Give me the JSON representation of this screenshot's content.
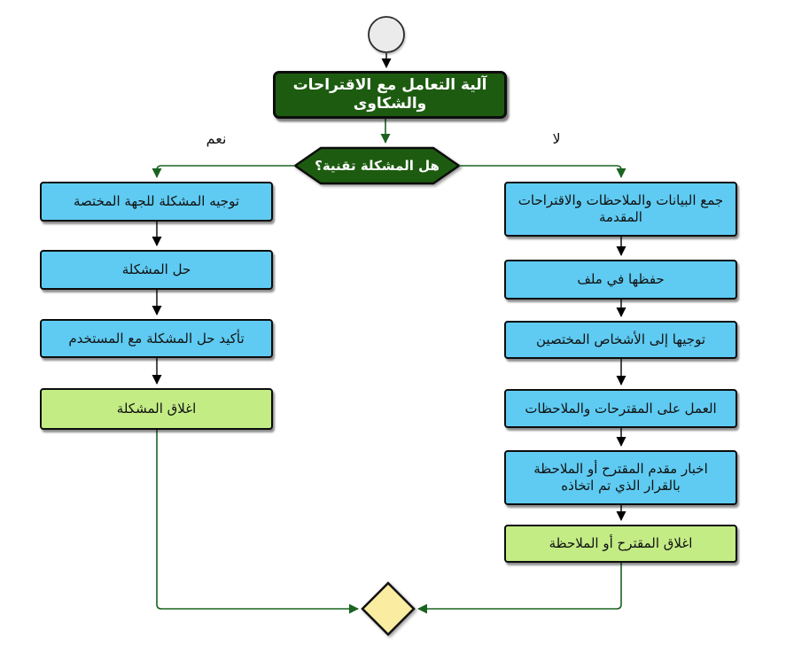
{
  "flowchart": {
    "title": "آلية التعامل مع الاقتراحات والشكاوى",
    "decision": {
      "label": "هل المشكلة تقنية؟",
      "yes_label": "نعم",
      "no_label": "لا"
    },
    "yes_branch": {
      "steps": [
        "توجيه المشكلة للجهة المختصة",
        "حل المشكلة",
        "تأكيد حل المشكلة مع المستخدم"
      ],
      "terminal": "اغلاق المشكلة"
    },
    "no_branch": {
      "steps": [
        "جمع البيانات والملاحظات والاقتراحات المقدمة",
        "حفظها في ملف",
        "توجيها إلى الأشخاص المختصين",
        "العمل على المقترحات والملاحظات",
        "اخبار مقدم المقترح أو الملاحظة بالقرار الذي تم اتخاذه"
      ],
      "terminal": "اغلاق المقترح أو الملاحظة"
    },
    "colors": {
      "decision-fill": "#1d5c10",
      "process-fill": "#5fcbf2",
      "terminal-fill": "#c3ec85",
      "merge-fill": "#faeda1",
      "start-fill": "#ebebeb",
      "connector-green": "#1b6320",
      "connector-black": "#000000"
    }
  }
}
